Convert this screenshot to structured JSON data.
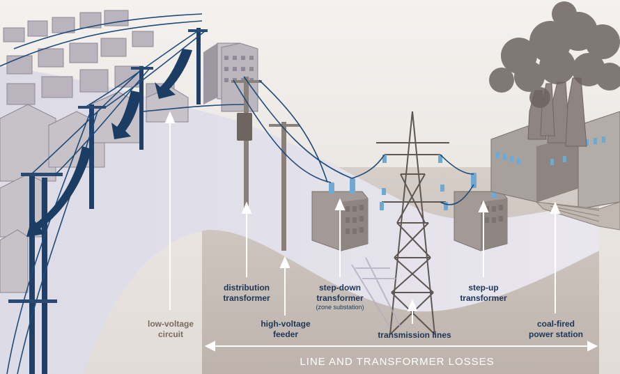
{
  "labels": {
    "distribution_transformer": [
      "distribution",
      "transformer"
    ],
    "low_voltage_circuit": [
      "low-voltage",
      "circuit"
    ],
    "high_voltage_feeder": [
      "high-voltage",
      "feeder"
    ],
    "step_down_transformer": [
      "step-down",
      "transformer"
    ],
    "zone_substation": "(zone substation)",
    "transmission_lines": "transmission lines",
    "step_up_transformer": [
      "step-up",
      "transformer"
    ],
    "coal_fired_power_station": [
      "coal-fired",
      "power station"
    ]
  },
  "banner": "LINE AND TRANSFORMER LOSSES",
  "colors": {
    "navy": "#1c3657",
    "wire_blue": "#1e4a78",
    "insulator_blue": "#6fa9d2",
    "ground_panel": "#cbc2bc",
    "banner_bg": "#c9bfb8"
  }
}
